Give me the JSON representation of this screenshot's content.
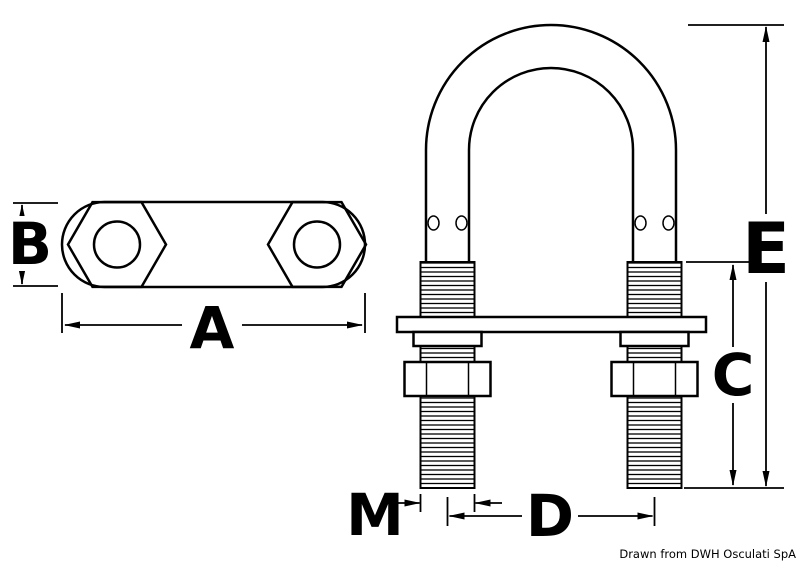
{
  "drawing": {
    "background_color": "#ffffff",
    "line_color": "#000000",
    "labels": {
      "a": "A",
      "b": "B",
      "c": "C",
      "d": "D",
      "e": "E",
      "m": "M"
    },
    "credit": "Drawn from DWH Osculati SpA"
  }
}
